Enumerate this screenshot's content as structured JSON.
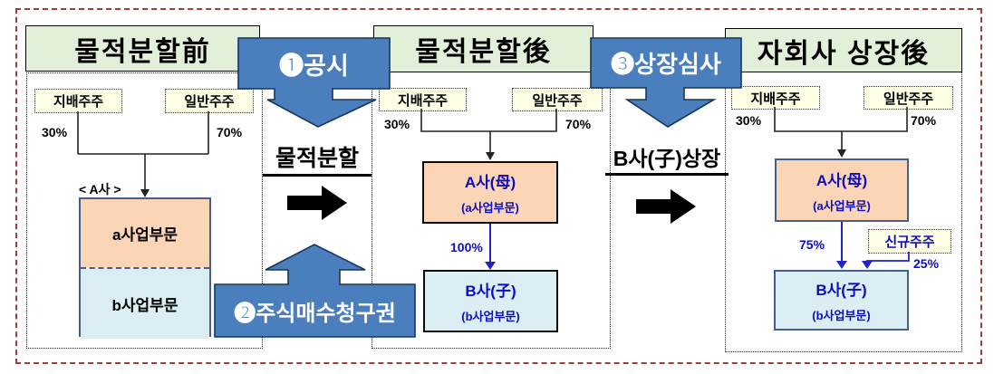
{
  "colors": {
    "outer_border": "#9c4037",
    "header_bg": "#e2efd9",
    "ivory_bg": "#ffffe5",
    "orange_bg": "#fbd5b5",
    "lightblue_bg": "#daeef3",
    "arrow_blue_fill": "#4a7ebc",
    "arrow_blue_border": "#17365d",
    "blue_text": "#0c0cc0",
    "blue_line": "#2222cc",
    "navy_box_border": "#44608a"
  },
  "panels": [
    {
      "title": "물적분할前",
      "controlling_label": "지배주주",
      "general_label": "일반주주",
      "controlling_pct": "30%",
      "general_pct": "70%",
      "company_caption": "< A사 >",
      "division_a": "a사업부문",
      "division_b": "b사업부문"
    },
    {
      "title": "물적분할後",
      "controlling_label": "지배주주",
      "general_label": "일반주주",
      "controlling_pct": "30%",
      "general_pct": "70%",
      "parent_name": "A사(母)",
      "parent_sub": "(a사업부문)",
      "ownership_pct": "100%",
      "subsidiary_name": "B사(子)",
      "subsidiary_sub": "(b사업부문)"
    },
    {
      "title": "자회사 상장後",
      "controlling_label": "지배주주",
      "general_label": "일반주주",
      "controlling_pct": "30%",
      "general_pct": "70%",
      "parent_name": "A사(母)",
      "parent_sub": "(a사업부문)",
      "ownership_pct": "75%",
      "new_shareholder_label": "신규주주",
      "new_shareholder_pct": "25%",
      "subsidiary_name": "B사(子)",
      "subsidiary_sub": "(b사업부문)"
    }
  ],
  "steps": [
    {
      "label": "❶공시"
    },
    {
      "label": "❷주식매수청구권"
    },
    {
      "label": "❸상장심사"
    }
  ],
  "transitions": [
    {
      "label": "물적분할"
    },
    {
      "label": "B사(子)상장"
    }
  ]
}
